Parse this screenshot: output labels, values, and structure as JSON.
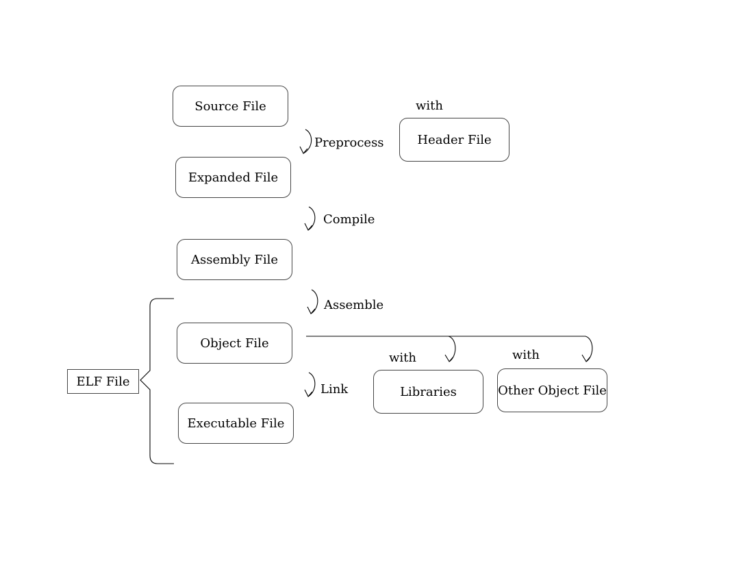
{
  "nodes": {
    "source_file": "Source File",
    "expanded_file": "Expanded File",
    "assembly_file": "Assembly File",
    "object_file": "Object File",
    "executable_file": "Executable File",
    "header_file": "Header File",
    "libraries": "Libraries",
    "other_object_file": "Other Object File",
    "elf_file": "ELF File"
  },
  "steps": {
    "preprocess": "Preprocess",
    "compile": "Compile",
    "assemble": "Assemble",
    "link": "Link"
  },
  "with_labels": {
    "header": "with",
    "libraries": "with",
    "other_object": "with"
  }
}
